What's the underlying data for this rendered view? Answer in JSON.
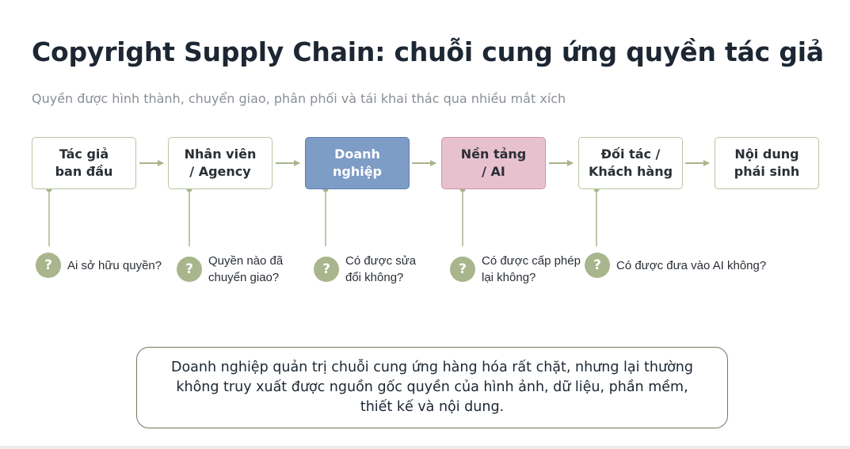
{
  "title": "Copyright Supply Chain: chuỗi cung ứng quyền tác giả",
  "subtitle": "Quyền được hình thành, chuyển giao, phân phối và tái khai thác qua nhiều mắt xích",
  "colors": {
    "node_border": "#b7c7a0",
    "highlight_blue": "#7d9cc6",
    "highlight_pink": "#e8c1cf",
    "badge": "#a9b58c",
    "arrow": "#a9b58c"
  },
  "chain": [
    {
      "label": "Tác giả\nban đầu",
      "style": "default"
    },
    {
      "label": "Nhân viên\n/ Agency",
      "style": "default"
    },
    {
      "label": "Doanh\nnghiệp",
      "style": "blue"
    },
    {
      "label": "Nền tảng\n/ AI",
      "style": "pink"
    },
    {
      "label": "Đối tác /\nKhách hàng",
      "style": "default"
    },
    {
      "label": "Nội dung\nphái sinh",
      "style": "default"
    }
  ],
  "questions": [
    {
      "badge": "?",
      "text": "Ai sở hữu quyền?"
    },
    {
      "badge": "?",
      "text": "Quyền nào đã\nchuyển giao?"
    },
    {
      "badge": "?",
      "text": "Có được sửa\nđổi không?"
    },
    {
      "badge": "?",
      "text": "Có được cấp phép\nlại không?"
    },
    {
      "badge": "?",
      "text": "Có được đưa vào AI không?"
    }
  ],
  "note": "Doanh nghiệp quản trị chuỗi cung ứng hàng hóa rất chặt, nhưng lại thường\nkhông truy xuất được nguồn gốc quyền của hình ảnh, dữ liệu, phần mềm,\nthiết kế và nội dung."
}
